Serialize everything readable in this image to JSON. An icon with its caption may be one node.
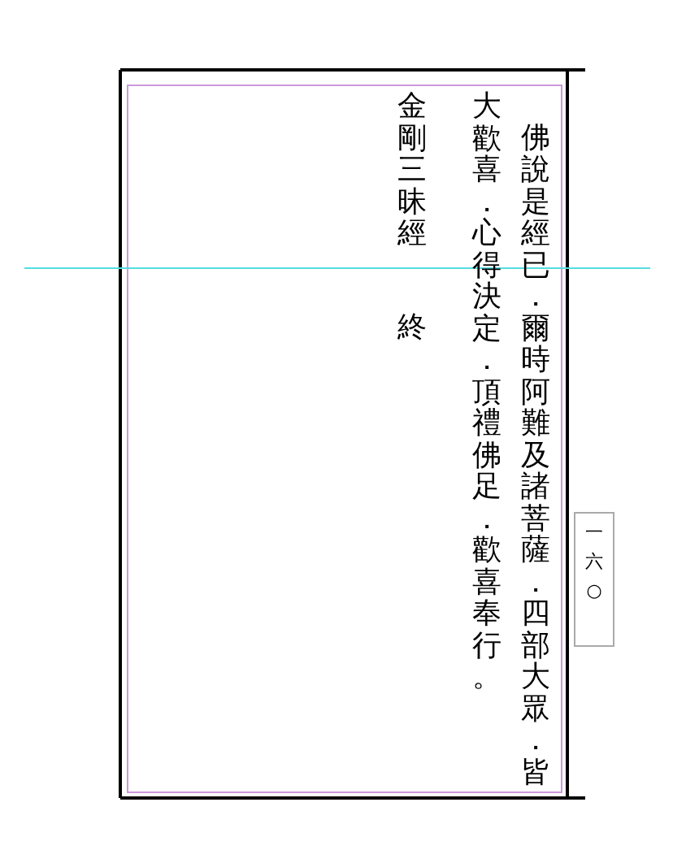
{
  "diagram": {
    "nodes": [
      {
        "text": [
          "一六○"
        ]
      }
    ],
    "edges": [],
    "labels": [
      "佛說是經已．爾時阿難及諸菩薩．四部大眾．皆大歡喜．心得決定．頂禮佛足．歡喜奉行。",
      "金剛三昧經",
      "終"
    ]
  }
}
